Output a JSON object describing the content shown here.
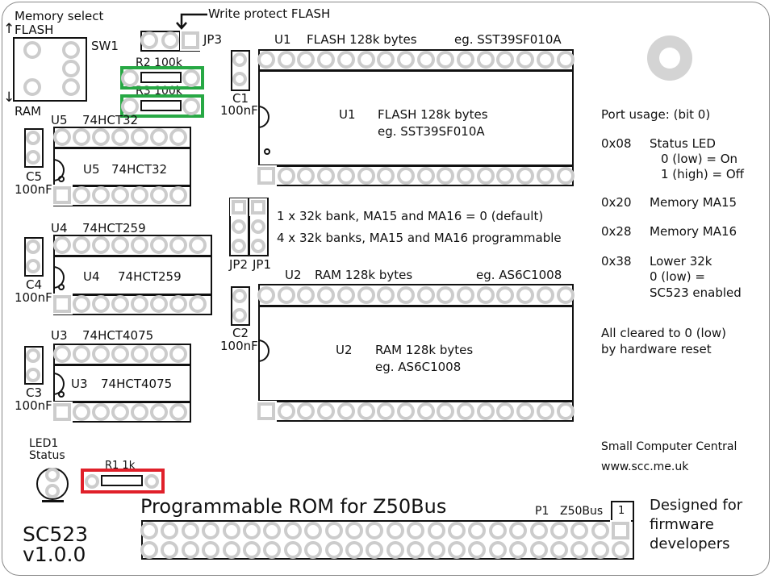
{
  "title": "Programmable ROM for Z50Bus",
  "board_id": "SC523",
  "version": "v1.0.0",
  "memory_select": {
    "label": "Memory select",
    "flash": "FLASH",
    "ram": "RAM",
    "sw": "SW1"
  },
  "write_protect": "Write protect FLASH",
  "jp3": "JP3",
  "r2": "R2 100k",
  "r3": "R3 100k",
  "r1": "R1 1k",
  "c1": "C1",
  "c2": "C2",
  "c3": "C3",
  "c4": "C4",
  "c5": "C5",
  "cap_value": "100nF",
  "u1": {
    "ref": "U1",
    "label": "FLASH 128k bytes",
    "eg": "eg. SST39SF010A"
  },
  "u2": {
    "ref": "U2",
    "label": "RAM 128k bytes",
    "eg": "eg. AS6C1008"
  },
  "u5": {
    "ref": "U5",
    "part": "74HCT32"
  },
  "u4": {
    "ref": "U4",
    "part": "74HCT259"
  },
  "u3": {
    "ref": "U3",
    "part": "74HCT4075"
  },
  "jumpers": {
    "jp2": "JP2",
    "jp1": "JP1",
    "opt1": "1 x 32k bank, MA15 and MA16 = 0 (default)",
    "opt2": "4 x 32k banks, MA15 and MA16 programmable"
  },
  "led": {
    "ref": "LED1",
    "label": "Status"
  },
  "p1": {
    "ref": "P1",
    "name": "Z50Bus",
    "pin1": "1"
  },
  "ports": {
    "heading": "Port usage: (bit 0)",
    "rows": [
      {
        "addr": "0x08",
        "lines": [
          "Status LED",
          "0 (low) = On",
          "1 (high) = Off"
        ]
      },
      {
        "addr": "0x20",
        "lines": [
          "Memory MA15"
        ]
      },
      {
        "addr": "0x28",
        "lines": [
          "Memory MA16"
        ]
      },
      {
        "addr": "0x38",
        "lines": [
          "Lower 32k",
          "0 (low) =",
          "SC523 enabled"
        ]
      }
    ],
    "note1": "All cleared to 0 (low)",
    "note2": "by hardware reset"
  },
  "maker": {
    "name": "Small Computer Central",
    "url": "www.scc.me.uk"
  },
  "tagline": [
    "Designed for",
    "firmware",
    "developers"
  ],
  "colors": {
    "highlight_green": "#27a844",
    "highlight_red": "#e0202a",
    "pad": "#cccccc"
  }
}
